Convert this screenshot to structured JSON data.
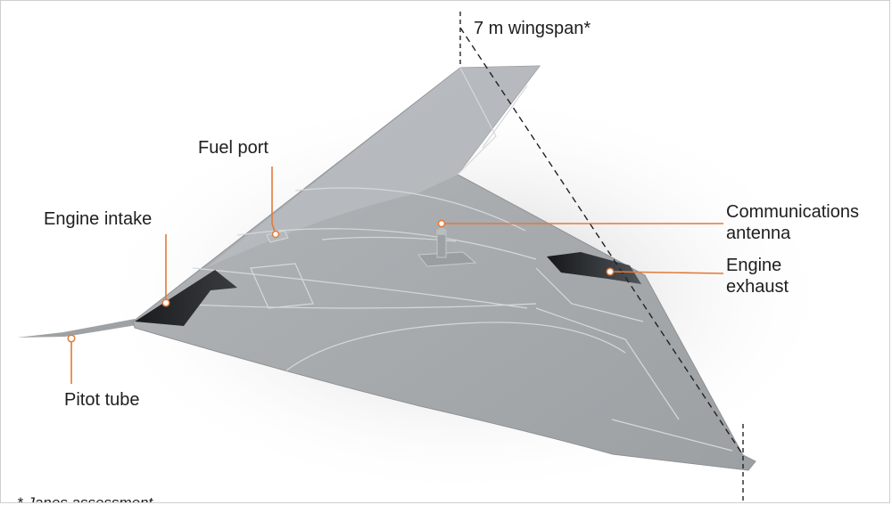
{
  "labels": {
    "fuel_port": "Fuel port",
    "engine_intake": "Engine intake",
    "pitot_tube": "Pitot tube",
    "wingspan": "7 m wingspan*",
    "communications_antenna_line1": "Communications",
    "communications_antenna_line2": "antenna",
    "engine_exhaust_line1": "Engine",
    "engine_exhaust_line2": "exhaust",
    "footnote": "* Janes assessment"
  },
  "colors": {
    "airframe": "#a9adb0",
    "leader_line": "#e07b39",
    "panel_line": "#d6d9db",
    "dashed_line": "#222222"
  }
}
